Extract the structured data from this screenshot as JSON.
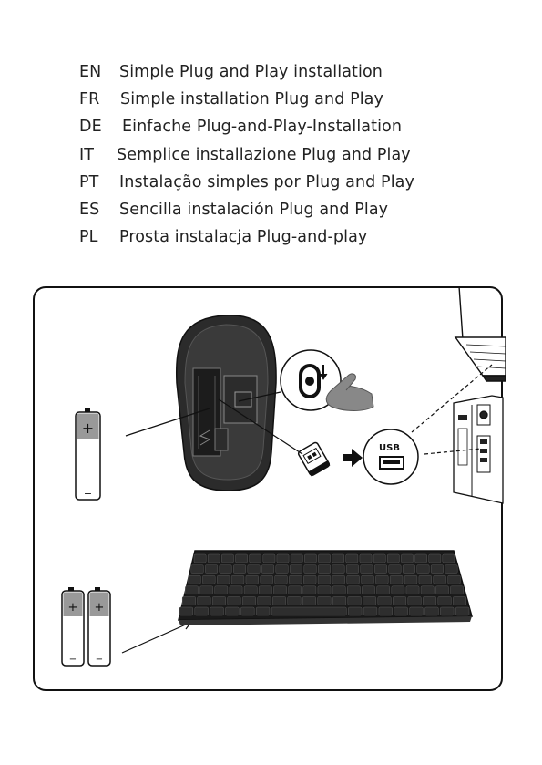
{
  "installation": {
    "languages": [
      {
        "code": "EN",
        "text": "Simple Plug and Play installation"
      },
      {
        "code": "FR",
        "text": "Simple installation Plug and Play"
      },
      {
        "code": "DE",
        "text": "Einfache Plug-and-Play-Installation"
      },
      {
        "code": "IT",
        "text": "Semplice installazione Plug and Play"
      },
      {
        "code": "PT",
        "text": "Instalação simples por Plug and Play"
      },
      {
        "code": "ES",
        "text": "Sencilla instalación Plug and Play"
      },
      {
        "code": "PL",
        "text": "Prosta instalacja Plug-and-play"
      }
    ]
  },
  "diagram": {
    "usb_port_label": "USB",
    "battery_plus": "+",
    "battery_minus": "−"
  }
}
